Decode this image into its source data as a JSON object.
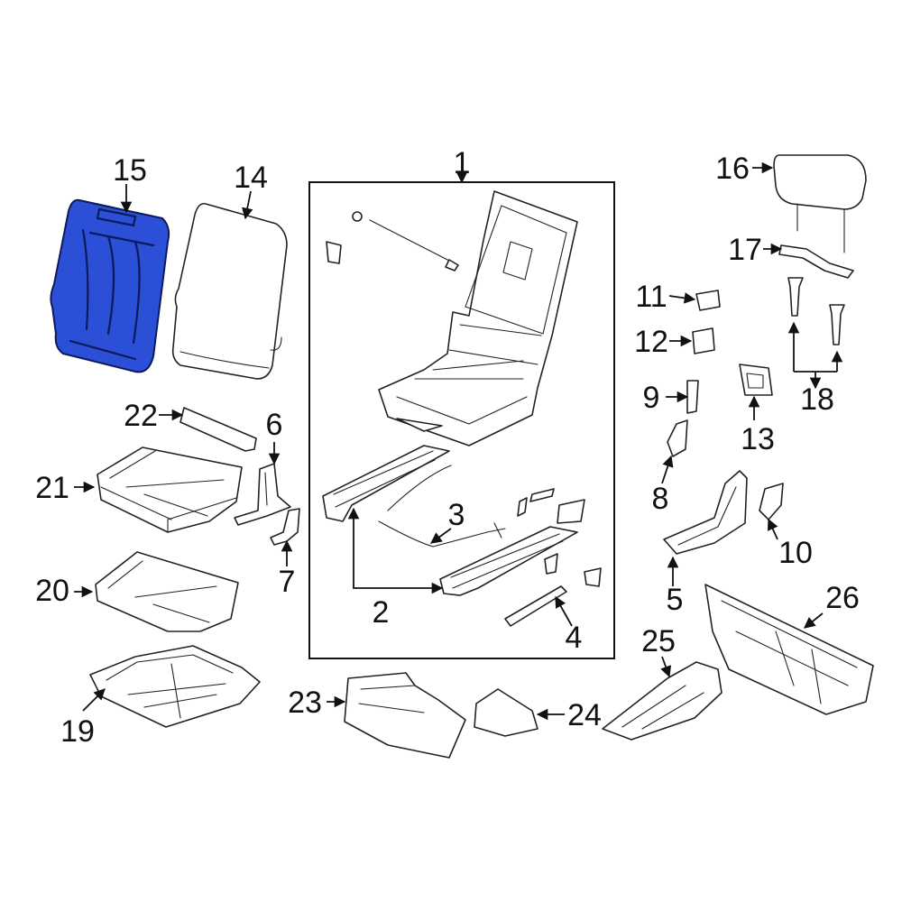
{
  "highlight_color": "#2b4fd6",
  "highlighted_part": "15",
  "callouts": [
    "1",
    "2",
    "3",
    "4",
    "5",
    "6",
    "7",
    "8",
    "9",
    "10",
    "11",
    "12",
    "13",
    "14",
    "15",
    "16",
    "17",
    "18",
    "19",
    "20",
    "21",
    "22",
    "23",
    "24",
    "25",
    "26"
  ]
}
